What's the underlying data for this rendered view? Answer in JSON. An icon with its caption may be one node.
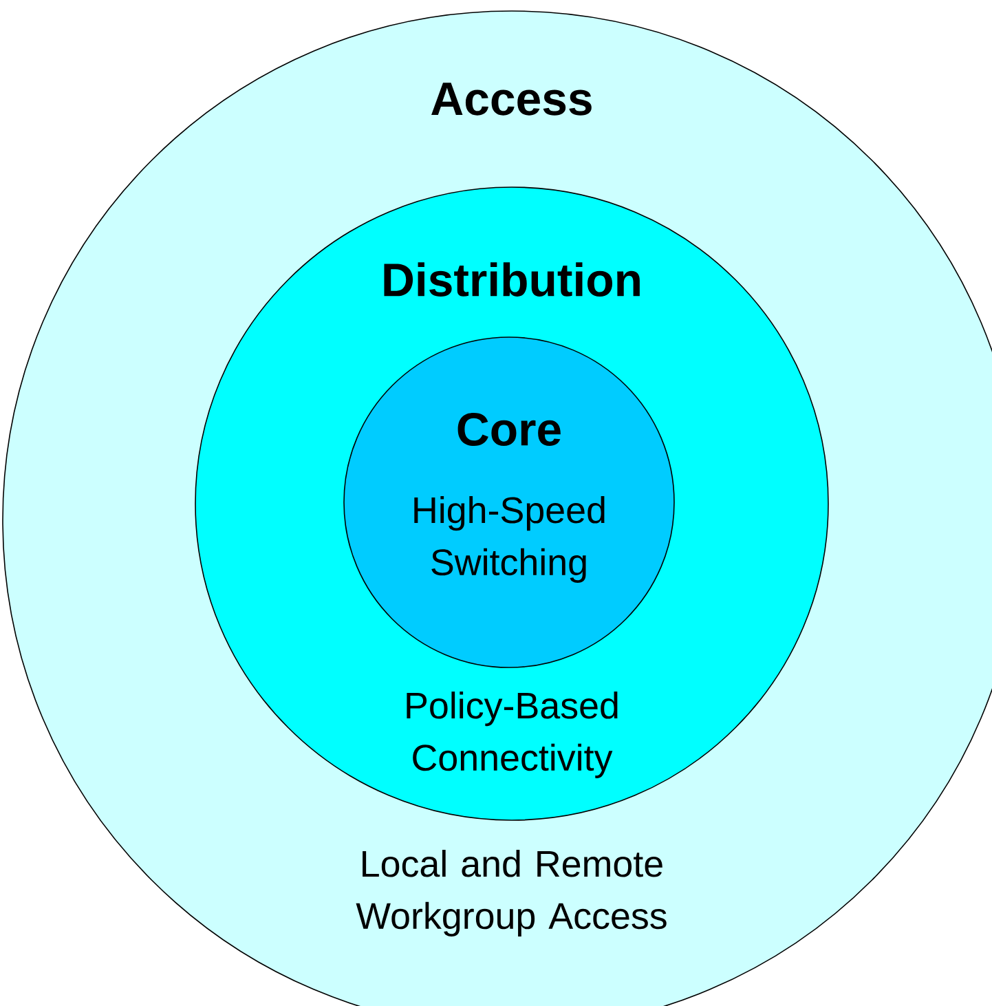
{
  "diagram": {
    "nodes": [
      {
        "text": [
          "Access",
          "Local and Remote Workgroup Access"
        ]
      },
      {
        "text": [
          "Distribution",
          "Policy-Based Connectivity"
        ],
        "in": 0
      },
      {
        "text": [
          "Core",
          "High-Speed Switching"
        ],
        "in": 1
      }
    ]
  }
}
